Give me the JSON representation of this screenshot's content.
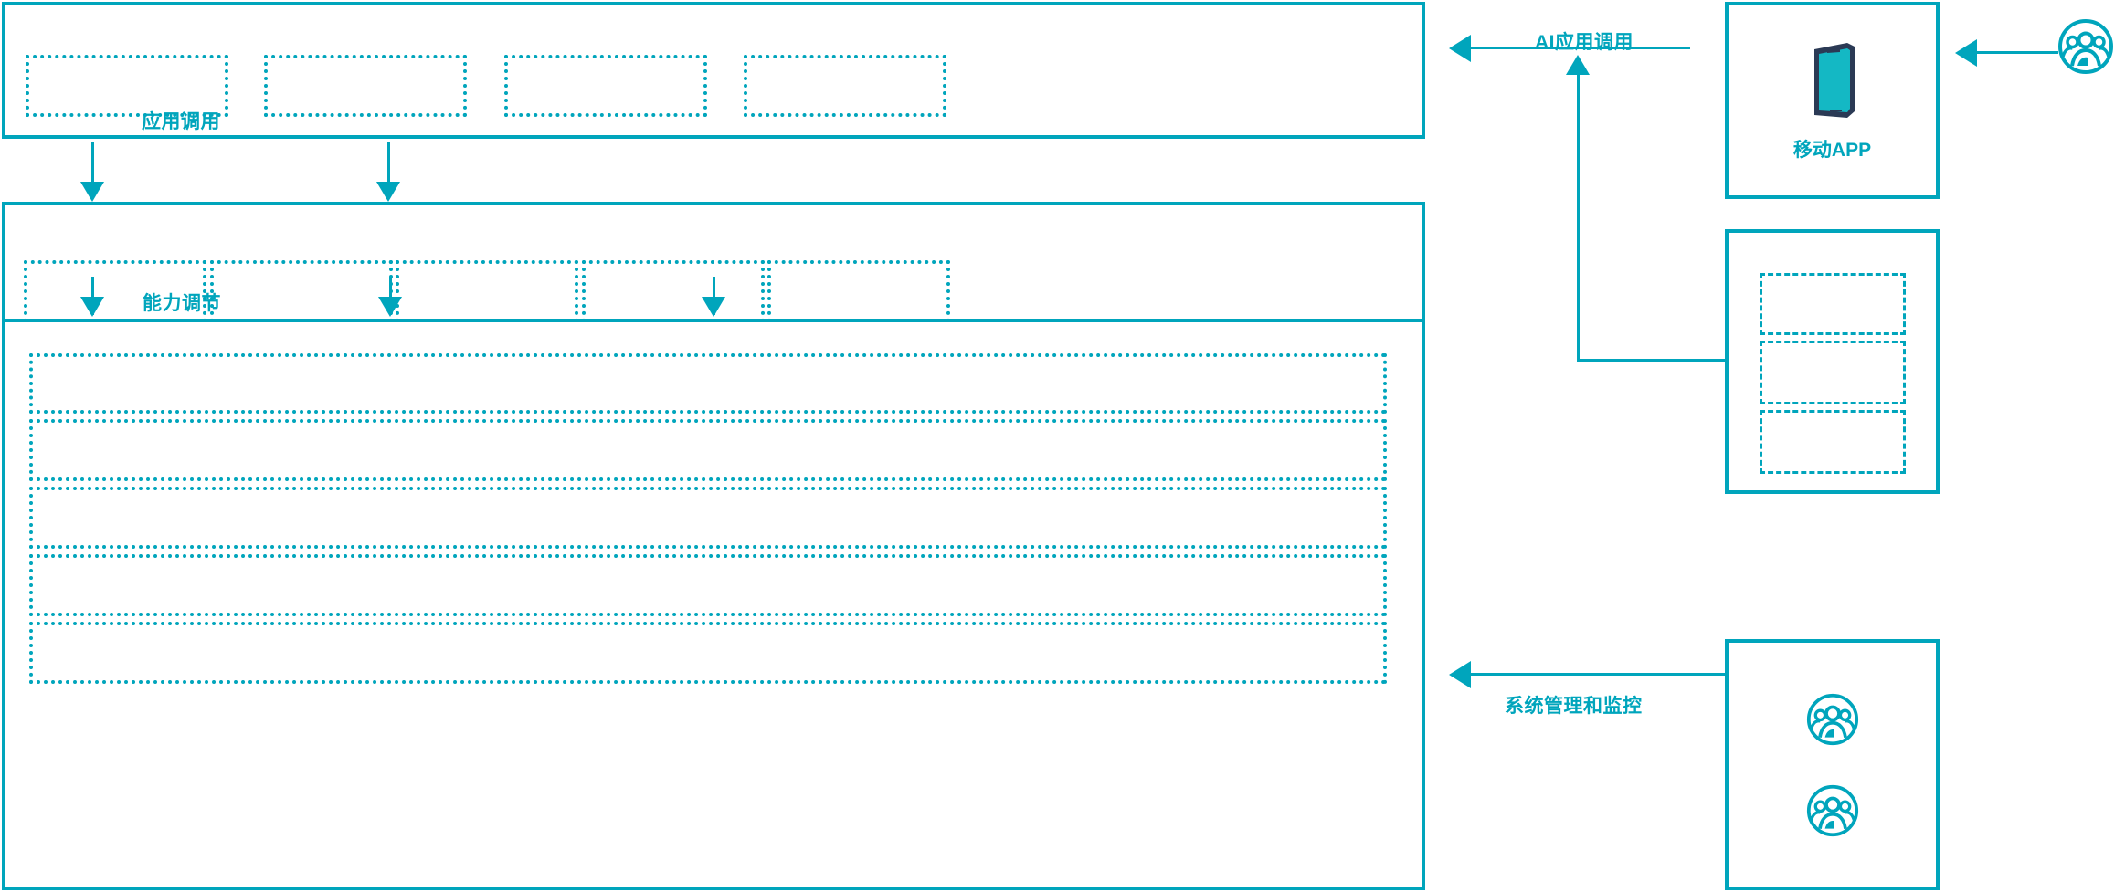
{
  "theme": {
    "accent": "#00A5BC",
    "phone_body": "#2B3A55",
    "phone_screen": "#14B8C4",
    "background": "#FFFFFF"
  },
  "flows": {
    "app_invoke": "应用调用",
    "capability_adjust": "能力调节",
    "ai_app_invoke": "AI应用调用",
    "system_mgmt_monitor": "系统管理和监控"
  },
  "layers": {
    "application_layer": {
      "name": "application-layer",
      "slots": [
        "",
        "",
        "",
        ""
      ]
    },
    "capability_layer": {
      "name": "capability-layer",
      "rows": [
        [
          "",
          "",
          "",
          "",
          ""
        ],
        [
          "",
          "",
          "",
          "",
          ""
        ]
      ]
    },
    "infrastructure_layer": {
      "name": "infrastructure-layer",
      "rows": [
        "",
        "",
        "",
        "",
        ""
      ]
    }
  },
  "right_column": {
    "mobile_app": {
      "caption": "移动APP",
      "icon": "smartphone-icon"
    },
    "channel_box": {
      "name": "channel-box",
      "slots": [
        "",
        "",
        ""
      ]
    },
    "users_box": {
      "name": "users-box",
      "icons": [
        "user-group-icon",
        "user-group-icon"
      ]
    },
    "end_user": {
      "icon": "user-group-icon"
    }
  }
}
